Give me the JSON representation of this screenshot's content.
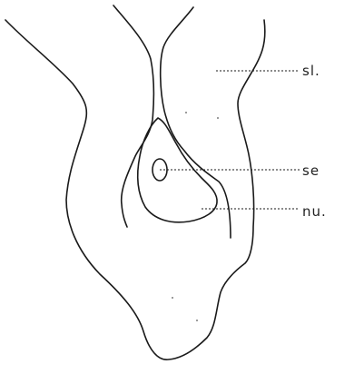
{
  "labels": {
    "sl": "sl.",
    "se": "se",
    "nu": "nu."
  }
}
